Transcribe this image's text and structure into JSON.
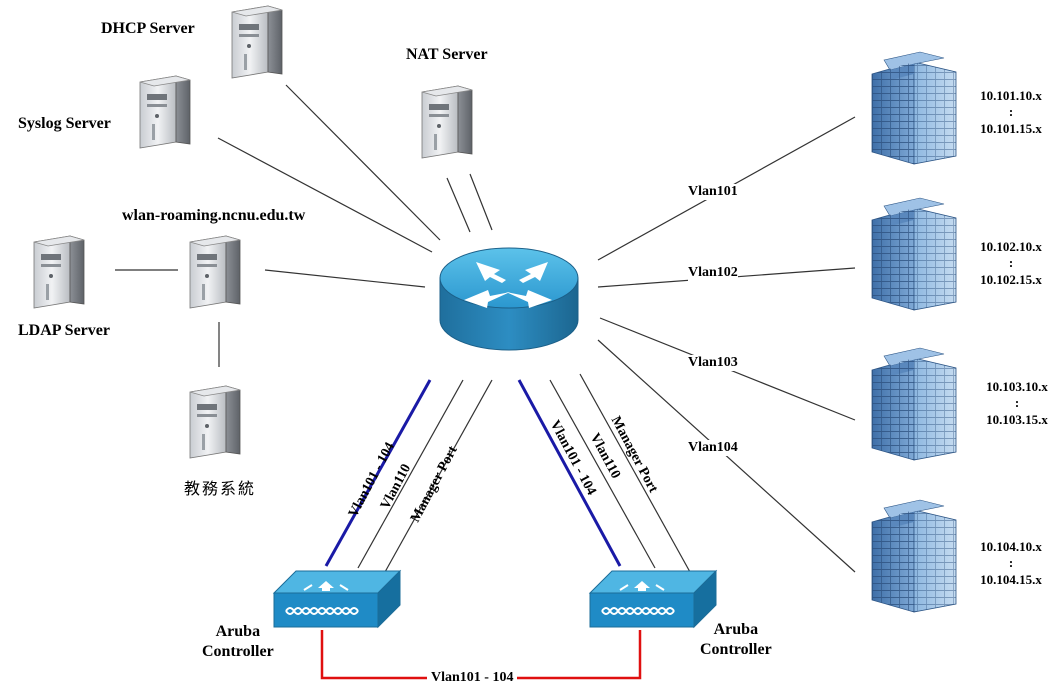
{
  "servers": {
    "dhcp": "DHCP Server",
    "syslog": "Syslog Server",
    "nat": "NAT Server",
    "wlan": "wlan-roaming.ncnu.edu.tw",
    "ldap": "LDAP Server",
    "academic": "教務系統"
  },
  "vlans": {
    "v101": "Vlan101",
    "v102": "Vlan102",
    "v103": "Vlan103",
    "v104": "Vlan104"
  },
  "buildings": [
    {
      "from": "10.101.10.x",
      "sep": ":",
      "to": "10.101.15.x"
    },
    {
      "from": "10.102.10.x",
      "sep": ":",
      "to": "10.102.15.x"
    },
    {
      "from": "10.103.10.x",
      "sep": ":",
      "to": "10.103.15.x"
    },
    {
      "from": "10.104.10.x",
      "sep": ":",
      "to": "10.104.15.x"
    }
  ],
  "links": {
    "left_vlan_range": "Vlan101 - 104",
    "left_vlan110": "Vlan110",
    "left_manager": "Manager Port",
    "right_vlan_range": "Vlan101 - 104",
    "right_vlan110": "Vlan110",
    "right_manager": "Manager Port",
    "bottom_vlan_range": "Vlan101 - 104"
  },
  "controllers": {
    "left_line1": "Aruba",
    "left_line2": "Controller",
    "right_line1": "Aruba",
    "right_line2": "Controller"
  },
  "colors": {
    "trunk_blue": "#1a1aa6",
    "controller_link_red": "#e01010",
    "line_gray": "#333333",
    "device_blue": "#2a9fd6",
    "building_blue": "#5d8fc4"
  }
}
